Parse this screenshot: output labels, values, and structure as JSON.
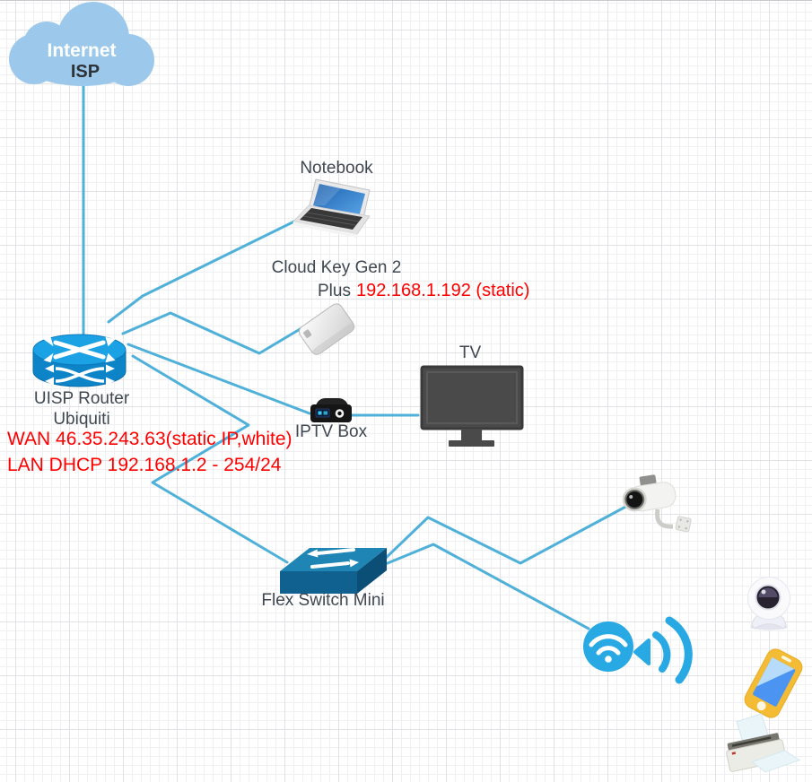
{
  "diagram": {
    "type": "home-network-topology",
    "nodes": {
      "internet": {
        "type": "isp-cloud",
        "label": "Internet",
        "sublabel": "ISP"
      },
      "router": {
        "type": "router",
        "label": "UISP Router",
        "sublabel": "Ubiquiti",
        "wan_note": "WAN 46.35.243.63(static IP,white)",
        "lan_note": "LAN DHCP 192.168.1.2 - 254/24"
      },
      "notebook": {
        "type": "laptop",
        "label": "Notebook"
      },
      "cloud_key": {
        "type": "unifi-controller",
        "label": "Cloud Key Gen 2",
        "label2": "Plus",
        "ip_note": "192.168.1.192 (static)"
      },
      "tv": {
        "type": "tv",
        "label": "TV"
      },
      "iptv_box": {
        "type": "set-top-box",
        "label": "IPTV Box"
      },
      "flex_switch": {
        "type": "switch",
        "label": "Flex Switch Mini"
      },
      "wifi_ap": {
        "type": "wifi-hotspot"
      },
      "camera": {
        "type": "security-camera"
      },
      "webcam": {
        "type": "webcam"
      },
      "smartphone": {
        "type": "smartphone"
      },
      "printer": {
        "type": "printer"
      }
    },
    "edges": [
      {
        "from": "internet",
        "to": "router"
      },
      {
        "from": "router",
        "to": "notebook"
      },
      {
        "from": "router",
        "to": "cloud_key"
      },
      {
        "from": "router",
        "to": "iptv_box"
      },
      {
        "from": "iptv_box",
        "to": "tv"
      },
      {
        "from": "router",
        "to": "flex_switch"
      },
      {
        "from": "flex_switch",
        "to": "camera"
      },
      {
        "from": "flex_switch",
        "to": "wifi_ap"
      }
    ]
  },
  "colors": {
    "edge": "#4FB0D9",
    "annotation_red": "#FF0000",
    "label_gray": "#3F4750",
    "cloud_fill": "#9CC9EB",
    "router_top": "#1BA2E5",
    "router_body": "#0D83C8",
    "switch_top": "#1F85B5",
    "switch_front": "#10618F",
    "switch_side": "#0C4F76",
    "wifi_blue": "#29A9E4",
    "tv_gray": "#4A4A4A",
    "phone_yellow": "#F3BC34",
    "phone_screen": "#4B94F2"
  }
}
